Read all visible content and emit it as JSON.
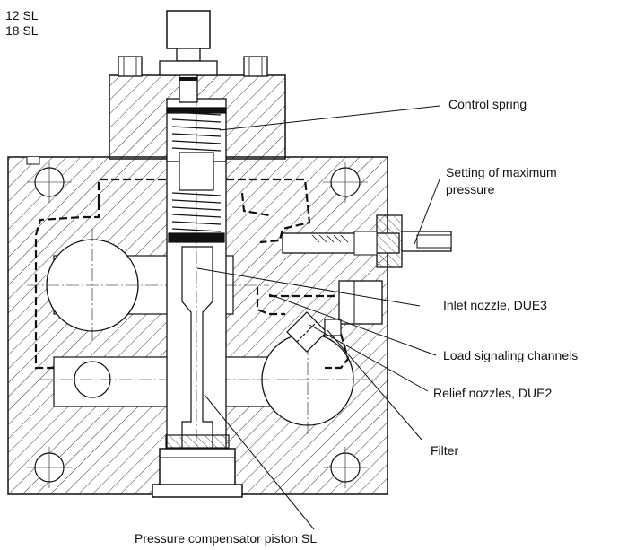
{
  "models": [
    "12 SL",
    "18 SL"
  ],
  "labels": {
    "control_spring": "Control spring",
    "setting_max_pressure_line1": "Setting of maximum",
    "setting_max_pressure_line2": "pressure",
    "inlet_nozzle": "Inlet nozzle, DUE3",
    "load_signaling": "Load signaling channels",
    "relief_nozzles": "Relief nozzles, DUE2",
    "filter": "Filter",
    "piston": "Pressure compensator piston SL"
  }
}
